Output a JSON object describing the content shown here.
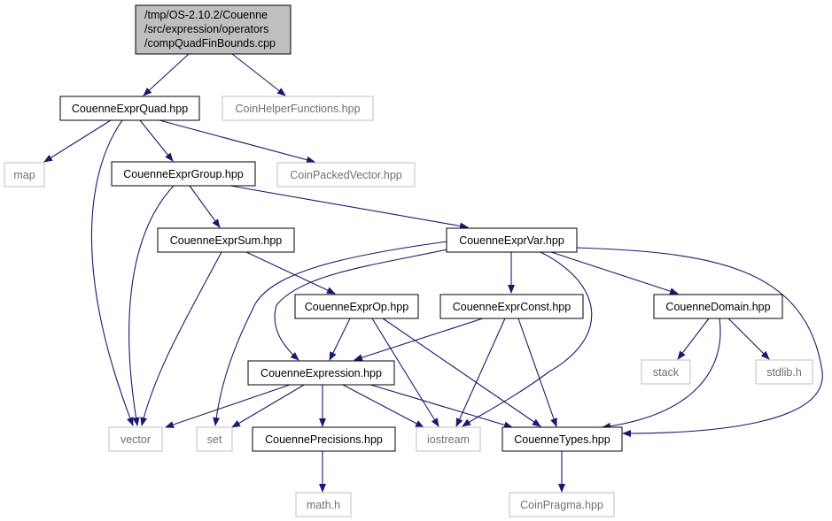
{
  "colors": {
    "edge": "#191970",
    "main_fill": "#bfbfbf",
    "documented_border": "#000000",
    "external_border": "#bfbfbf",
    "external_text": "#707070"
  },
  "nodes": {
    "main": {
      "lines": [
        "/tmp/OS-2.10.2/Couenne",
        "/src/expression/operators",
        "/compQuadFinBounds.cpp"
      ]
    },
    "exprquad": {
      "label": "CouenneExprQuad.hpp"
    },
    "coinhelper": {
      "label": "CoinHelperFunctions.hpp"
    },
    "map": {
      "label": "map"
    },
    "exprgroup": {
      "label": "CouenneExprGroup.hpp"
    },
    "coinpacked": {
      "label": "CoinPackedVector.hpp"
    },
    "exprsum": {
      "label": "CouenneExprSum.hpp"
    },
    "exprvar": {
      "label": "CouenneExprVar.hpp"
    },
    "exprop": {
      "label": "CouenneExprOp.hpp"
    },
    "exprconst": {
      "label": "CouenneExprConst.hpp"
    },
    "domain": {
      "label": "CouenneDomain.hpp"
    },
    "stack": {
      "label": "stack"
    },
    "stdlib": {
      "label": "stdlib.h"
    },
    "expression": {
      "label": "CouenneExpression.hpp"
    },
    "vector": {
      "label": "vector"
    },
    "set": {
      "label": "set"
    },
    "precisions": {
      "label": "CouennePrecisions.hpp"
    },
    "iostream": {
      "label": "iostream"
    },
    "types": {
      "label": "CouenneTypes.hpp"
    },
    "math": {
      "label": "math.h"
    },
    "pragma": {
      "label": "CoinPragma.hpp"
    }
  }
}
